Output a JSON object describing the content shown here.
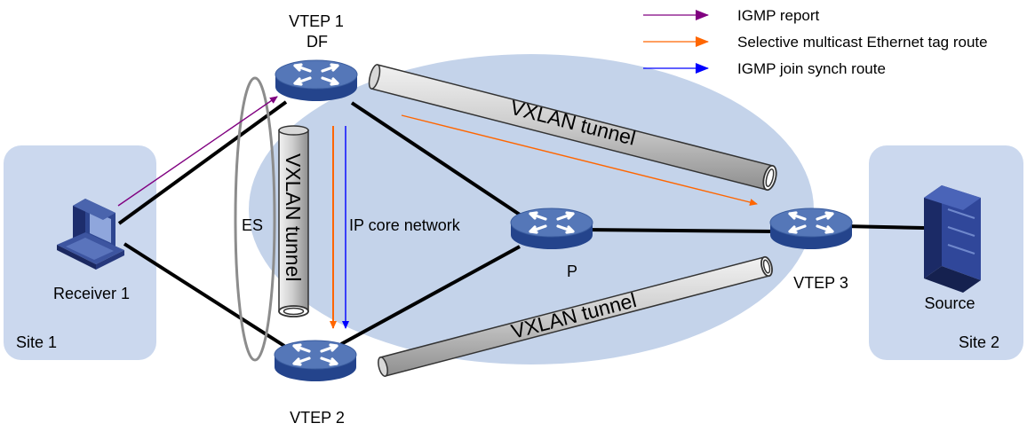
{
  "legend": {
    "igmp_report": "IGMP report",
    "selective_route": "Selective multicast Ethernet tag route",
    "join_synch_route": "IGMP join synch route"
  },
  "colors": {
    "igmp_report": "#800080",
    "selective_route": "#ff6600",
    "join_synch_route": "#0000ff",
    "site_bg": "#cbd8ee",
    "core_bg": "#c4d3ea",
    "router_top": "#5577b8",
    "router_side": "#24448c"
  },
  "sites": {
    "site1": "Site 1",
    "site2": "Site 2"
  },
  "nodes": {
    "vtep1": "VTEP 1",
    "df": "DF",
    "vtep2": "VTEP 2",
    "vtep3": "VTEP 3",
    "p": "P",
    "receiver": "Receiver 1",
    "source": "Source"
  },
  "labels": {
    "es": "ES",
    "core": "IP core network",
    "tunnel_top": "VXLAN tunnel",
    "tunnel_bottom": "VXLAN tunnel",
    "tunnel_vertical": "VXLAN tunnel"
  }
}
